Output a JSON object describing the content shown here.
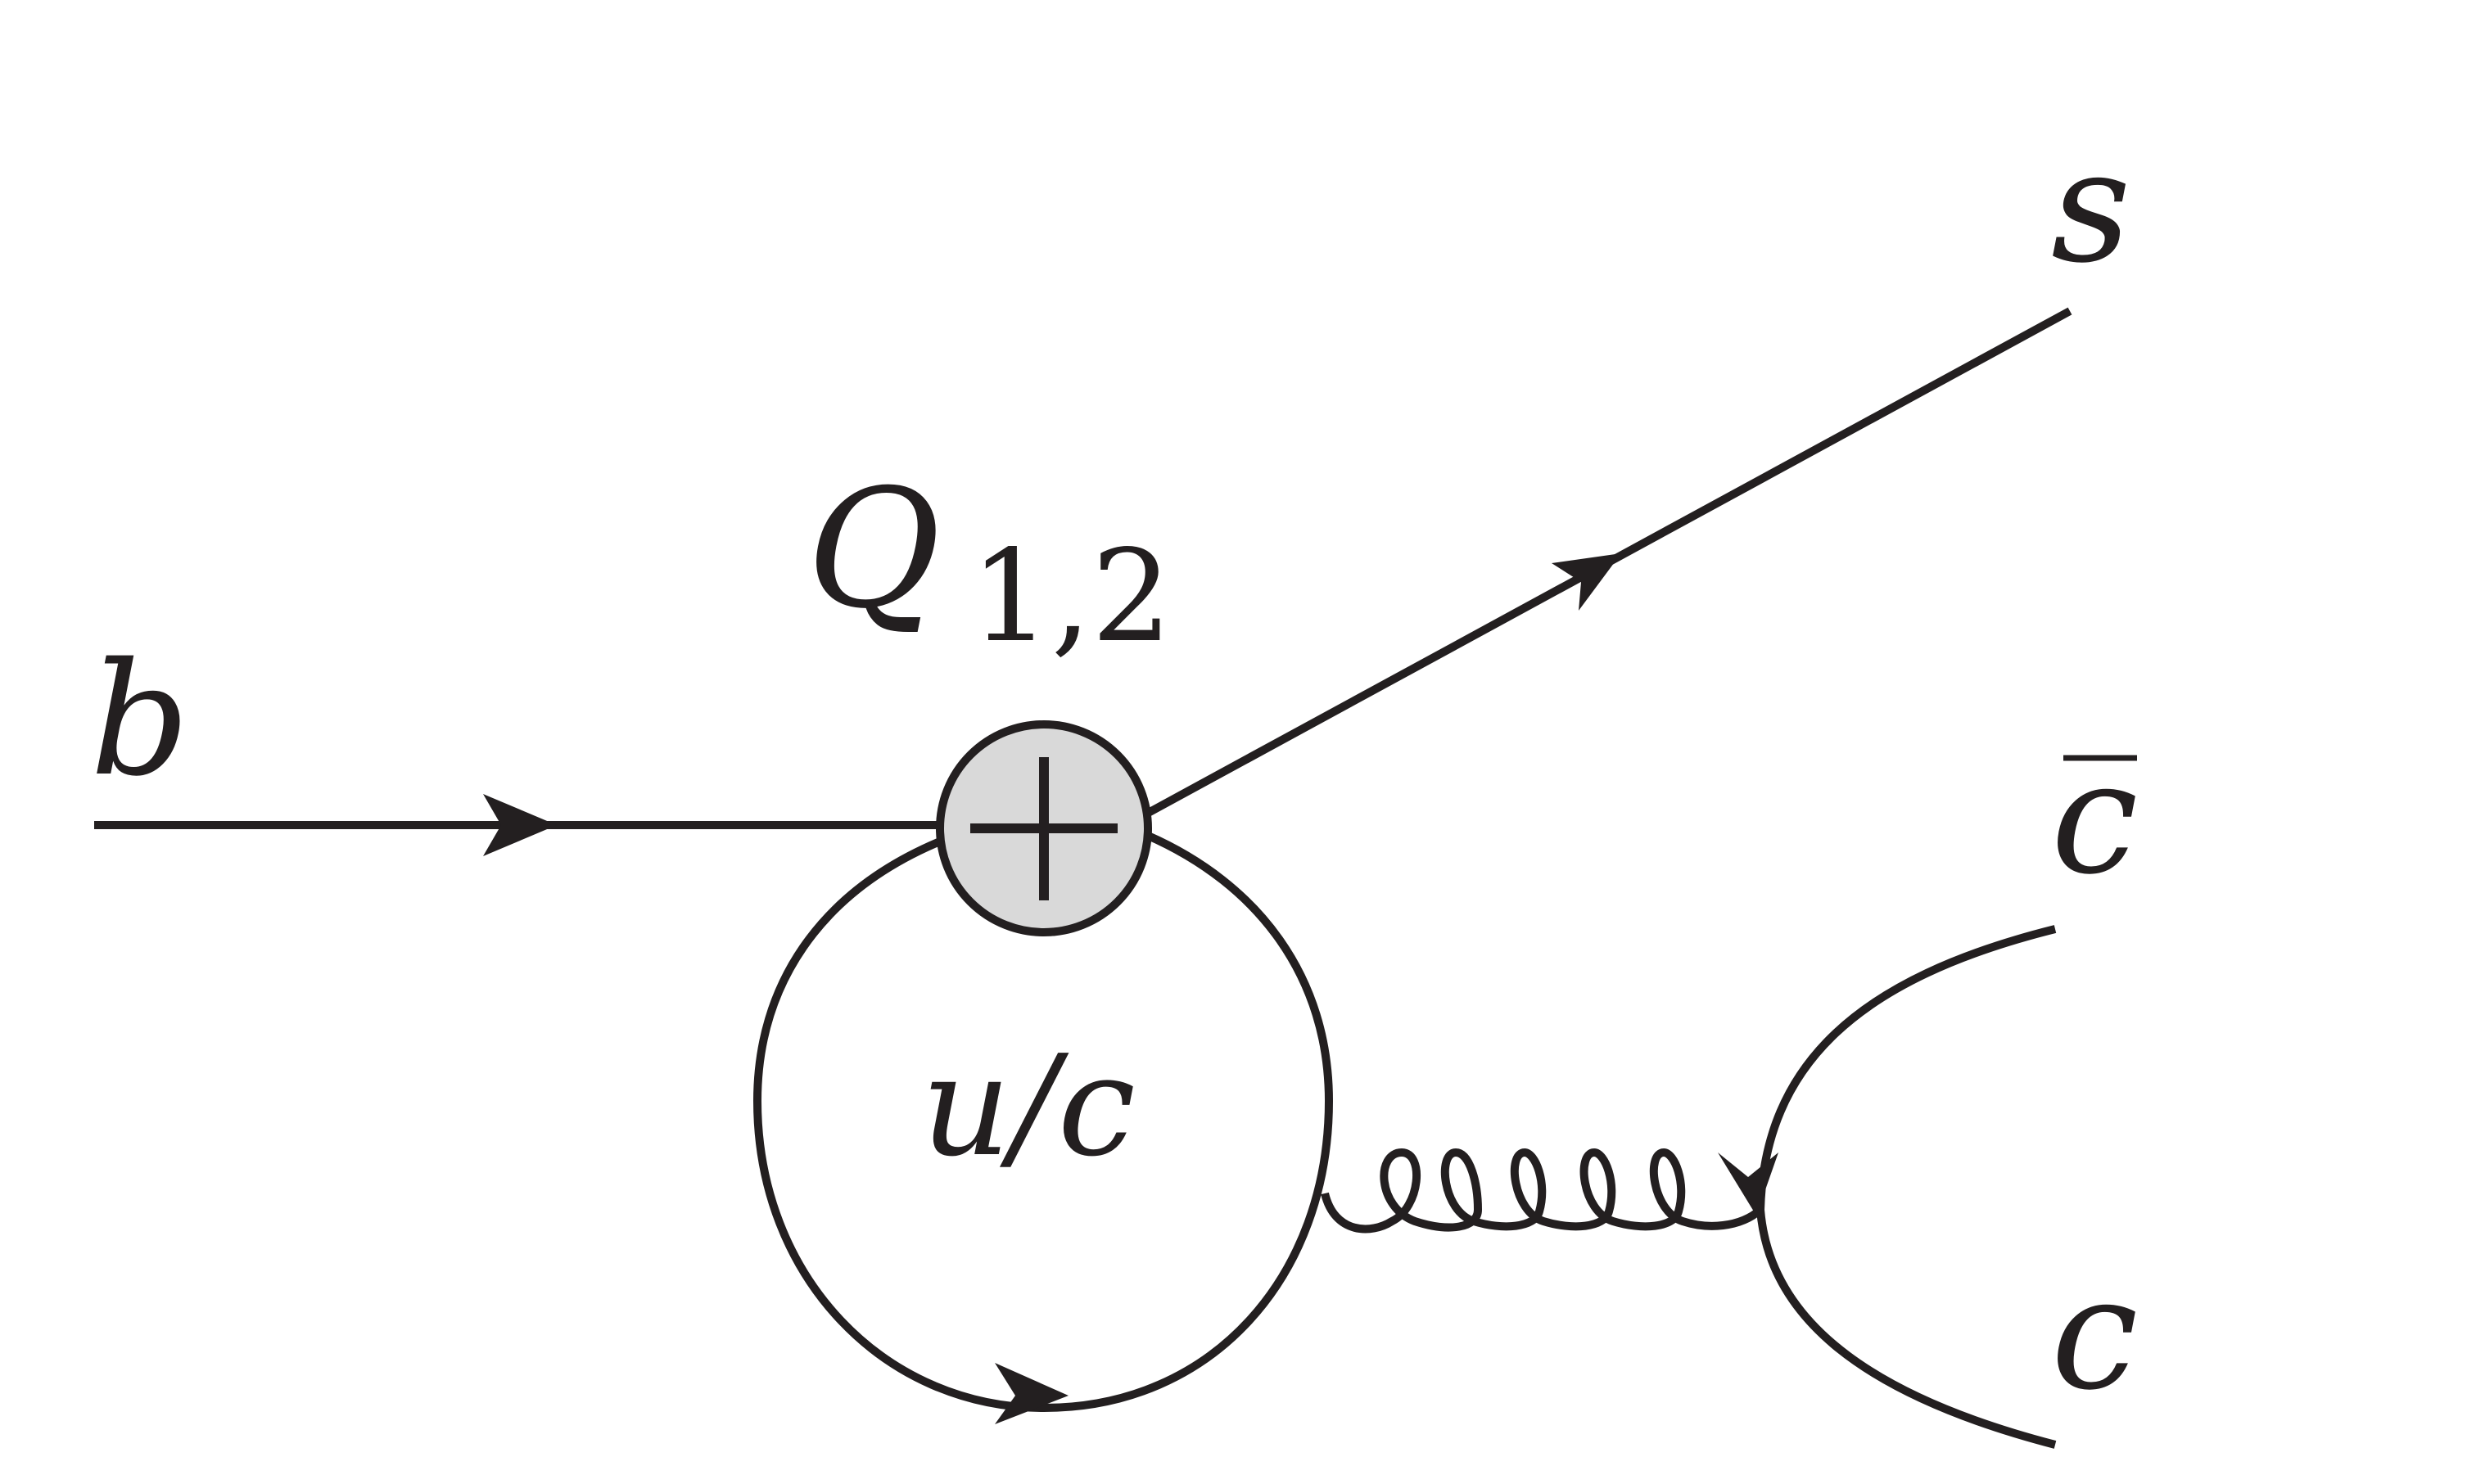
{
  "labels": {
    "b": "b",
    "s": "s",
    "c_bar": "c",
    "c": "c",
    "operator_symbol": "Q",
    "operator_subscript": "1,2",
    "loop_quark": "u/c"
  }
}
